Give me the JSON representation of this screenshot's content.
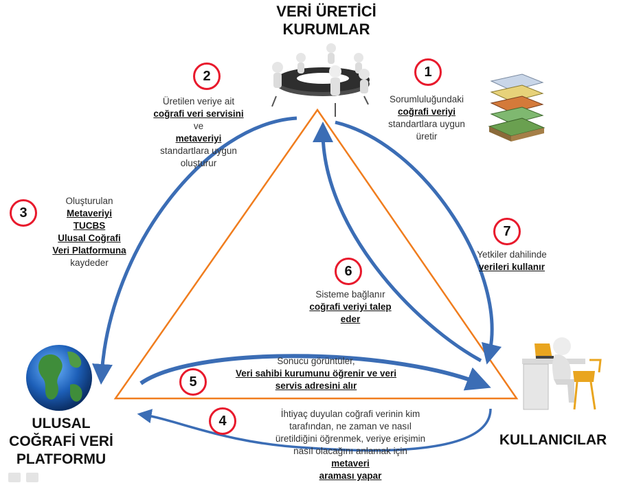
{
  "producers": {
    "title_line1": "VERİ ÜRETİCİ",
    "title_line2": "KURUMLAR"
  },
  "platform": {
    "title_line1": "ULUSAL",
    "title_line2": "COĞRAFİ VERİ",
    "title_line3": "PLATFORMU"
  },
  "users": {
    "title": "KULLANICILAR"
  },
  "steps": [
    {
      "number": "1",
      "lines": [
        "Sorumluluğundaki",
        "coğrafi veriyi",
        "standartlara uygun",
        "üretir"
      ]
    },
    {
      "number": "2",
      "lines": [
        "Üretilen veriye ait",
        "coğrafi veri servisini",
        "ve",
        "metaveriyi",
        "standartlara uygun",
        "oluşturur"
      ]
    },
    {
      "number": "3",
      "lines": [
        "Oluşturulan",
        "Metaveriyi",
        "TUCBS",
        "Ulusal Coğrafi",
        "Veri Platformuna",
        "kaydeder"
      ]
    },
    {
      "number": "4",
      "lines": [
        "İhtiyaç duyulan coğrafi verinin kim",
        "tarafından, ne zaman ve nasıl",
        "üretildiğini öğrenmek, veriye erişimin",
        "nasıl olacağını anlamak için",
        "metaveri",
        "araması yapar"
      ]
    },
    {
      "number": "5",
      "lines": [
        "Sonucu görüntüler,",
        "Veri sahibi kurumunu öğrenir ve veri",
        "servis adresini alır"
      ]
    },
    {
      "number": "6",
      "lines": [
        "Sisteme bağlanır",
        "coğrafi veriyi talep",
        "eder"
      ]
    },
    {
      "number": "7",
      "lines": [
        "Yetkiler dahilinde",
        "verileri kullanır"
      ]
    }
  ],
  "colors": {
    "triangle": "#f07d1e",
    "arrow": "#3b6db5",
    "badge_border": "#e8192c"
  },
  "icons": [
    "meeting-table-icon",
    "map-layers-icon",
    "globe-icon",
    "user-at-desk-icon"
  ]
}
